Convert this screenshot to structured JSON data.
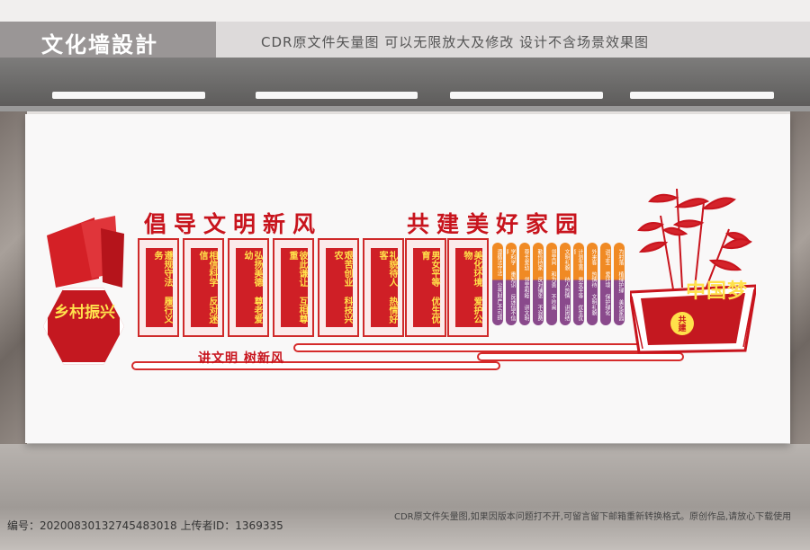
{
  "header": {
    "brand": "文化墙設計",
    "note": "CDR原文件矢量图  可以无限放大及修改  设计不含场景效果图"
  },
  "wall": {
    "slogan_left": "倡导文明新风",
    "slogan_right": "共建美好家园",
    "badge": "乡村振兴",
    "panels": [
      "遵规守法 履行义务",
      "相信科学 反对迷信",
      "弘扬美德 尊老爱幼",
      "彼此谦让 互相尊重",
      "艰苦创业 科技兴农",
      "礼貌待人 热情好客",
      "男女平等 优生优育",
      "美化环境 爱护公物"
    ],
    "pills": [
      "遵循法守法 公共财产不可损",
      "学科学 重知识 反迷信不信邪",
      "尊长爱幼 邻里和睦 讲文明",
      "勤俭持家 反对铺张 不浪费",
      "邻里间 和为贵 不吵闹",
      "文明礼貌 待人热情 讲团结",
      "计划生育 男女平等 优生优育",
      "外来客 热情待 文明礼貌",
      "讲卫生 爱环境 保护绿化",
      "为村落 植绿护绿 美化家园"
    ],
    "sub_slogan": "讲文明  树新风",
    "dream_text": "中国梦",
    "dream_small": "共建"
  },
  "footer": {
    "info": "编号：20200830132745483018 上传者ID：1369335",
    "note": "CDR原文件矢量图,如果因版本问题打不开,可留言留下邮箱重新转换格式。原创作品,请放心下载使用"
  },
  "colors": {
    "accent": "#c8141d",
    "gold": "#ffe14a",
    "orange": "#f08a24",
    "purple": "#8a4a8c"
  }
}
